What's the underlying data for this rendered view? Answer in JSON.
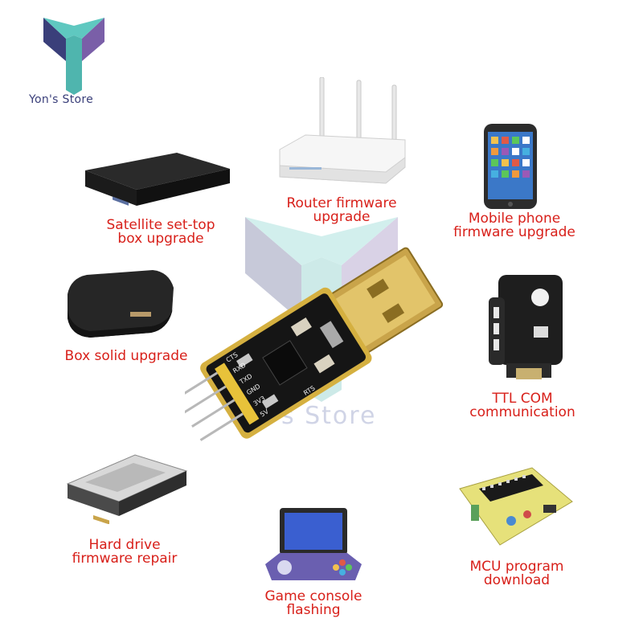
{
  "brand": {
    "name": "Yon's Store",
    "watermark": "Yon's Store",
    "colors": {
      "teal": "#5fc8c0",
      "indigo": "#3a3f7a",
      "purple": "#7a5fa8"
    }
  },
  "labels": {
    "satellite": {
      "line1": "Satellite set-top",
      "line2": "box upgrade"
    },
    "router": {
      "line1": "Router firmware",
      "line2": "upgrade"
    },
    "mobile": {
      "line1": "Mobile phone",
      "line2": "firmware upgrade"
    },
    "box": {
      "line1": "Box solid upgrade"
    },
    "ttl": {
      "line1": "TTL COM",
      "line2": "communication"
    },
    "harddrive": {
      "line1": "Hard drive",
      "line2": "firmware repair"
    },
    "game": {
      "line1": "Game console",
      "line2": "flashing"
    },
    "mcu": {
      "line1": "MCU program",
      "line2": "download"
    }
  },
  "board": {
    "silkscreen": [
      "CTS",
      "RXD",
      "TXD",
      "GND",
      "3V3",
      "5V",
      "RTS"
    ],
    "accent": "#d8201a"
  }
}
